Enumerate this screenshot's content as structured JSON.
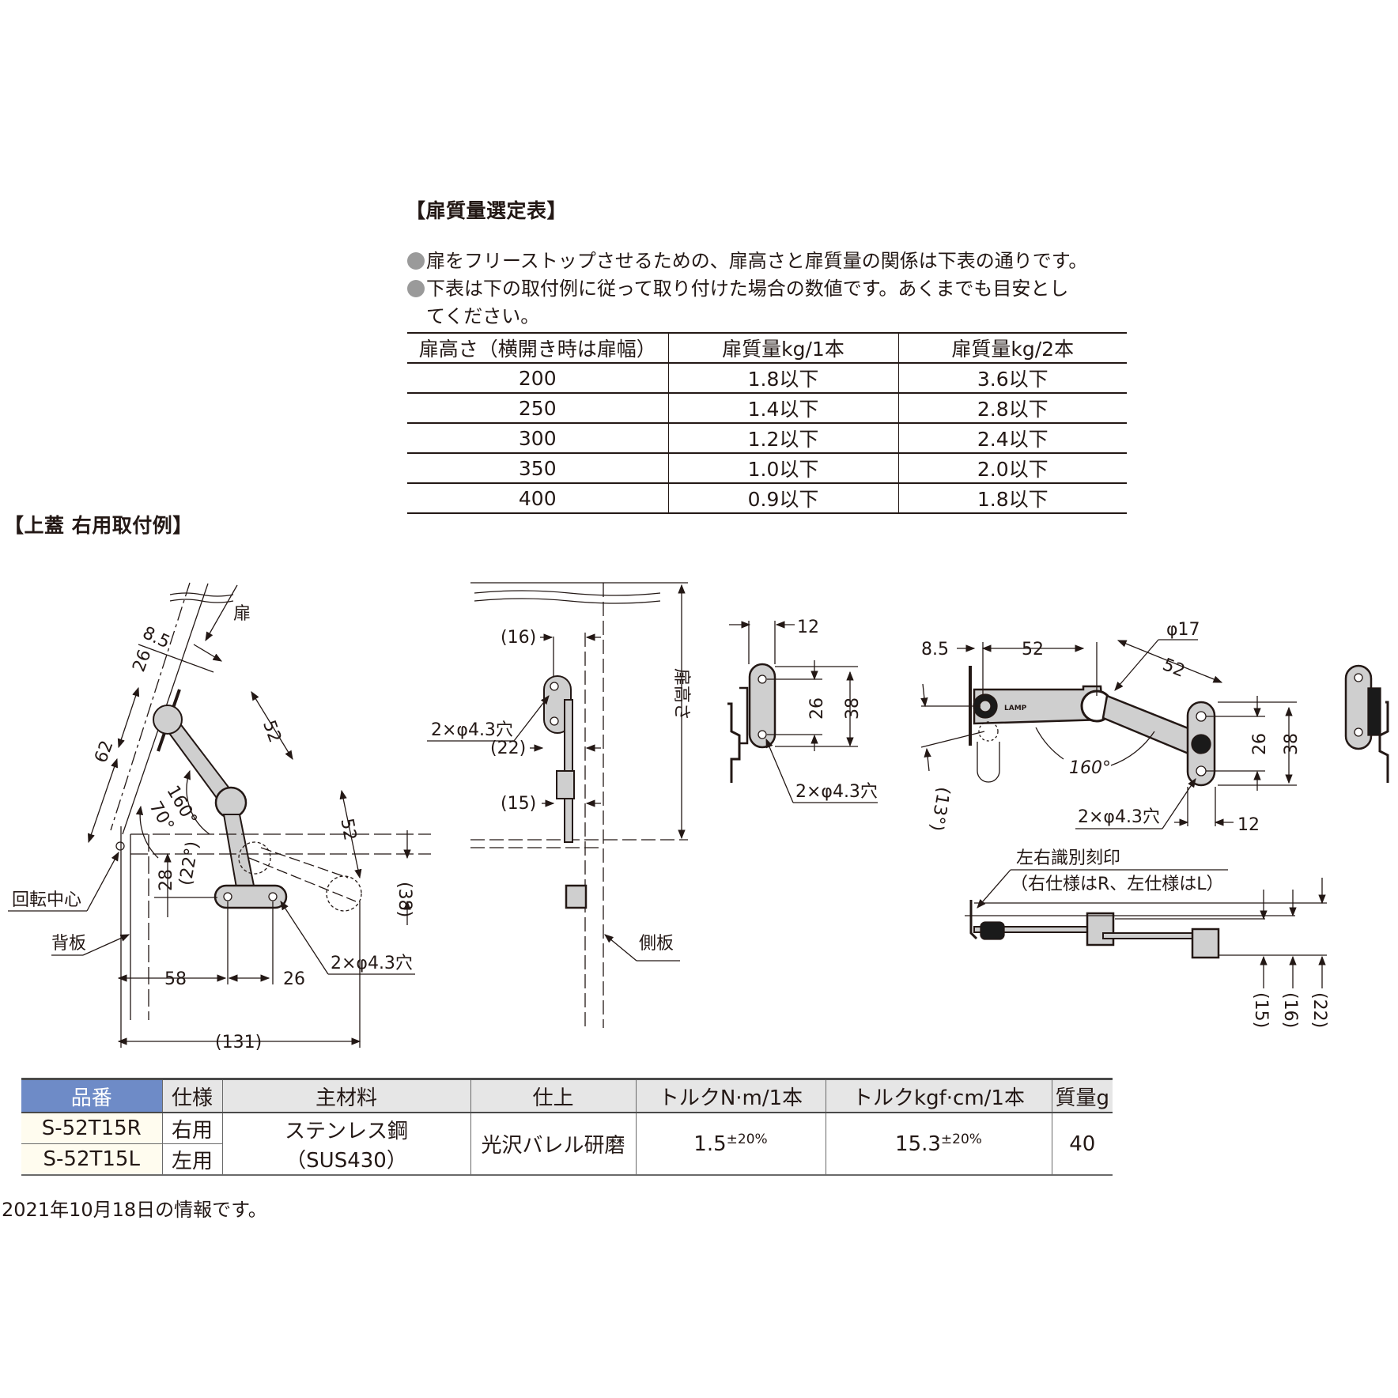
{
  "selection_section": {
    "title": "【扉質量選定表】",
    "notes": [
      "扉をフリーストップさせるための、扉高さと扉質量の関係は下表の通りです。",
      "下表は下の取付例に従って取り付けた場合の数値です。あくまでも目安とし",
      "てください。"
    ],
    "table": {
      "headers": [
        "扉高さ（横開き時は扉幅）",
        "扉質量kg/1本",
        "扉質量kg/2本"
      ],
      "rows": [
        [
          "200",
          "1.8以下",
          "3.6以下"
        ],
        [
          "250",
          "1.4以下",
          "2.8以下"
        ],
        [
          "300",
          "1.2以下",
          "2.4以下"
        ],
        [
          "350",
          "1.0以下",
          "2.0以下"
        ],
        [
          "400",
          "0.9以下",
          "1.8以下"
        ]
      ]
    }
  },
  "mounting_section": {
    "title": "【上蓋 右用取付例】",
    "side_view": {
      "labels": {
        "door": "扉",
        "rotation_center": "回転中心",
        "back_panel": "背板",
        "holes": "2×φ4.3穴"
      },
      "dims": [
        "8.5",
        "26",
        "62",
        "52",
        "52",
        "160°",
        "70°",
        "(22°)",
        "28",
        "(38)",
        "58",
        "26",
        "(131)"
      ]
    },
    "front_view": {
      "labels": {
        "holes": "2×φ4.3穴",
        "door_height": "扉高さ",
        "side_panel": "側板"
      },
      "dims": [
        "(16)",
        "(22)",
        "(15)"
      ]
    },
    "bracket_view": {
      "labels": {
        "holes": "2×φ4.3穴"
      },
      "dims": [
        "12",
        "26",
        "38"
      ]
    },
    "open_view": {
      "labels": {
        "holes": "2×φ4.3穴",
        "stamp": "LAMP"
      },
      "dims": [
        "8.5",
        "52",
        "φ17",
        "52",
        "160°",
        "(13°)",
        "26",
        "38",
        "12"
      ]
    },
    "top_view": {
      "labels": {
        "marking_title": "左右識別刻印",
        "marking_note": "（右仕様はR、左仕様はL）"
      },
      "dims": [
        "(15)",
        "(16)",
        "(22)"
      ]
    }
  },
  "product_table": {
    "headers": [
      "品番",
      "仕様",
      "主材料",
      "仕上",
      "トルクN·m/1本",
      "トルクkgf·cm/1本",
      "質量g"
    ],
    "rows": [
      {
        "part_no": "S-52T15R",
        "spec": "右用"
      },
      {
        "part_no": "S-52T15L",
        "spec": "左用"
      }
    ],
    "material_line1": "ステンレス鋼",
    "material_line2": "（SUS430）",
    "finish": "光沢バレル研磨",
    "torque_nm": "1.5",
    "torque_kgfcm": "15.3",
    "tolerance": "±20%",
    "mass": "40",
    "colors": {
      "part_no_header": "#6e8bc7",
      "header": "#e6e6e6",
      "part_no_cell": "#fffcef"
    }
  },
  "footer": {
    "date_note": "2021年10月18日の情報です。"
  }
}
